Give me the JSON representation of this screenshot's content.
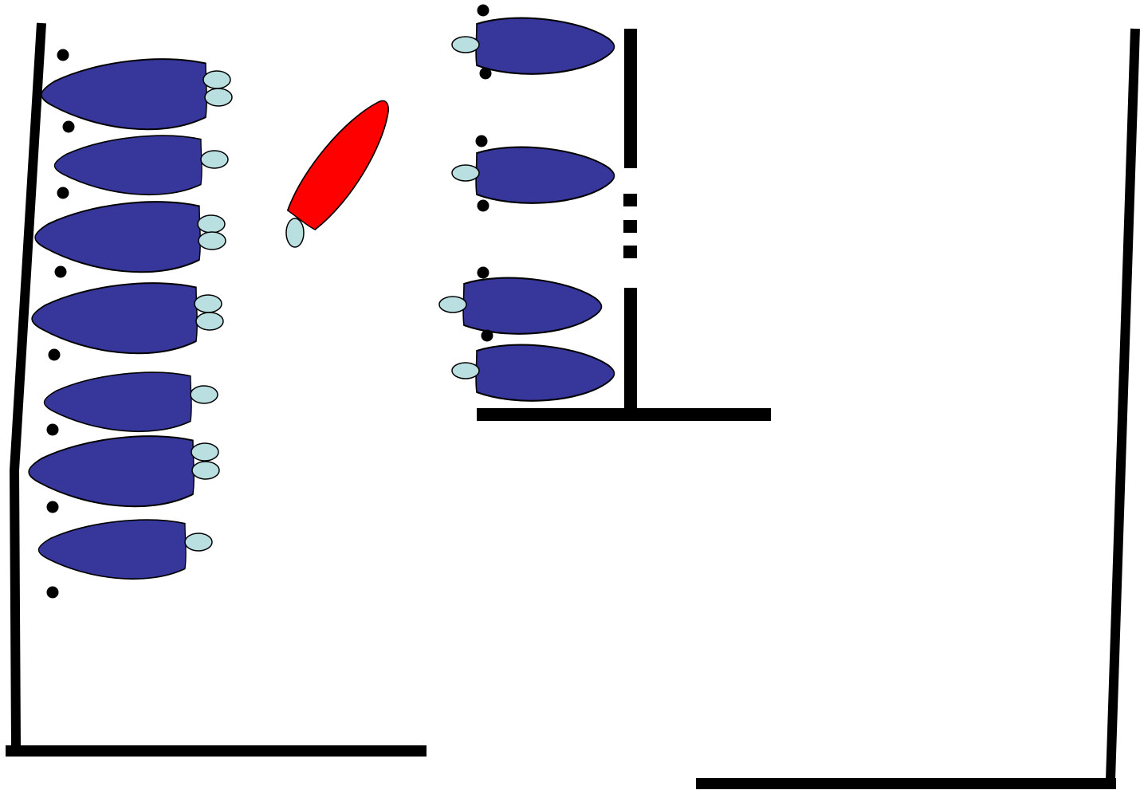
{
  "colors": {
    "background": "#ffffff",
    "line": "#000000",
    "body_default": "#36369b",
    "body_highlight": "#ff0000",
    "head": "#b9dfe0",
    "outline": "#000000",
    "dot": "#000000"
  },
  "groups": [
    {
      "name": "left-stack",
      "shape_count": 7,
      "highlighted_count": 0
    },
    {
      "name": "loose-highlighted",
      "shape_count": 1,
      "highlighted_count": 1
    },
    {
      "name": "middle-stack",
      "shape_count": 4,
      "highlighted_count": 0,
      "gap_marker": "dashed"
    }
  ]
}
